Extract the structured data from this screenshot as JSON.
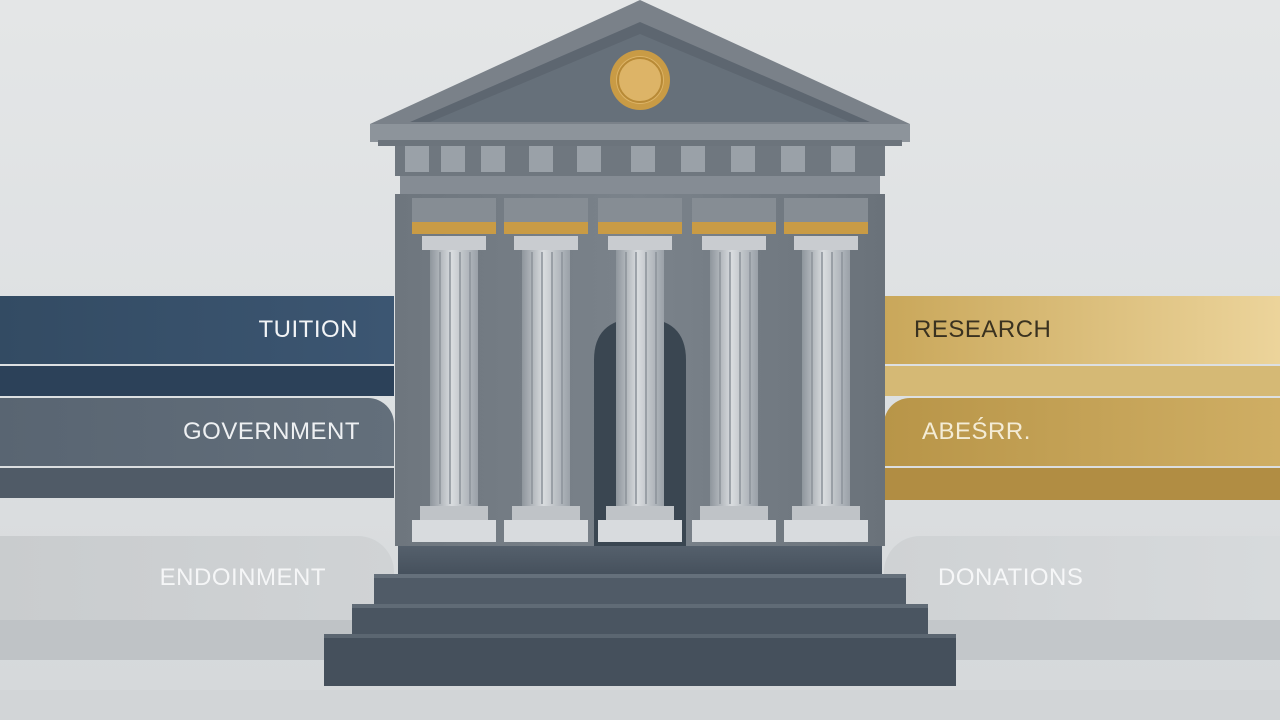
{
  "bands": {
    "tuition": "TUITION",
    "government": "GOVERNMENT",
    "endowment": "ENDOINMENT",
    "research": "RESEARCH",
    "abesrr": "ABEŚRR.",
    "donations": "DONATIONS"
  },
  "colors": {
    "navy": "#334b63",
    "slate": "#596572",
    "gold": "#c9a75a",
    "stone": "#6f7780"
  },
  "icons": {
    "building": "classical-bank-building-icon",
    "medallion": "round-medallion-icon"
  }
}
